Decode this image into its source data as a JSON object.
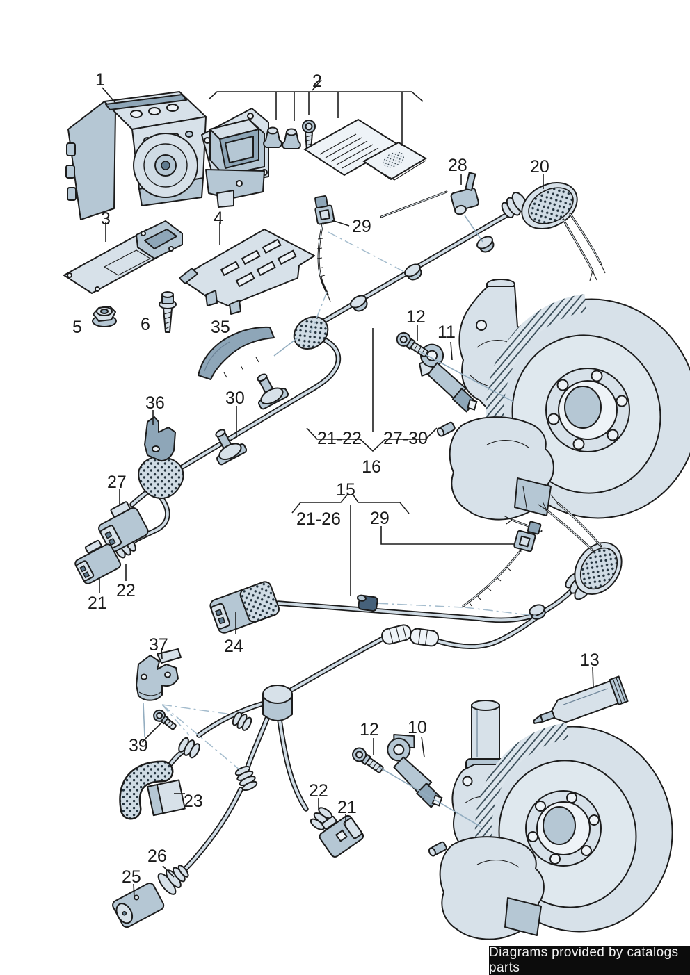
{
  "diagram": {
    "title_note": "",
    "footer": "Diagrams provided by catalogs parts",
    "colors": {
      "line": "#1c1c1c",
      "fill_light": "#d7e1e9",
      "fill_mid": "#b5c7d4",
      "fill_dark": "#8ea6b8",
      "leader_light": "#93adc0",
      "footer_bg": "#0c0c0c",
      "footer_text": "#f2f2f2"
    },
    "callouts": [
      {
        "text": "1"
      },
      {
        "text": "2"
      },
      {
        "text": "3"
      },
      {
        "text": "4"
      },
      {
        "text": "5"
      },
      {
        "text": "6"
      },
      {
        "text": "35"
      },
      {
        "text": "28"
      },
      {
        "text": "20"
      },
      {
        "text": "29"
      },
      {
        "text": "12"
      },
      {
        "text": "11"
      },
      {
        "text": "36"
      },
      {
        "text": "30"
      },
      {
        "text": "21-22"
      },
      {
        "text": "27-30"
      },
      {
        "text": "16"
      },
      {
        "text": "15"
      },
      {
        "text": "21-26"
      },
      {
        "text": "29"
      },
      {
        "text": "27"
      },
      {
        "text": "22"
      },
      {
        "text": "21"
      },
      {
        "text": "24"
      },
      {
        "text": "37"
      },
      {
        "text": "39"
      },
      {
        "text": "23"
      },
      {
        "text": "22"
      },
      {
        "text": "21"
      },
      {
        "text": "26"
      },
      {
        "text": "25"
      },
      {
        "text": "13"
      },
      {
        "text": "12"
      },
      {
        "text": "10"
      }
    ]
  }
}
